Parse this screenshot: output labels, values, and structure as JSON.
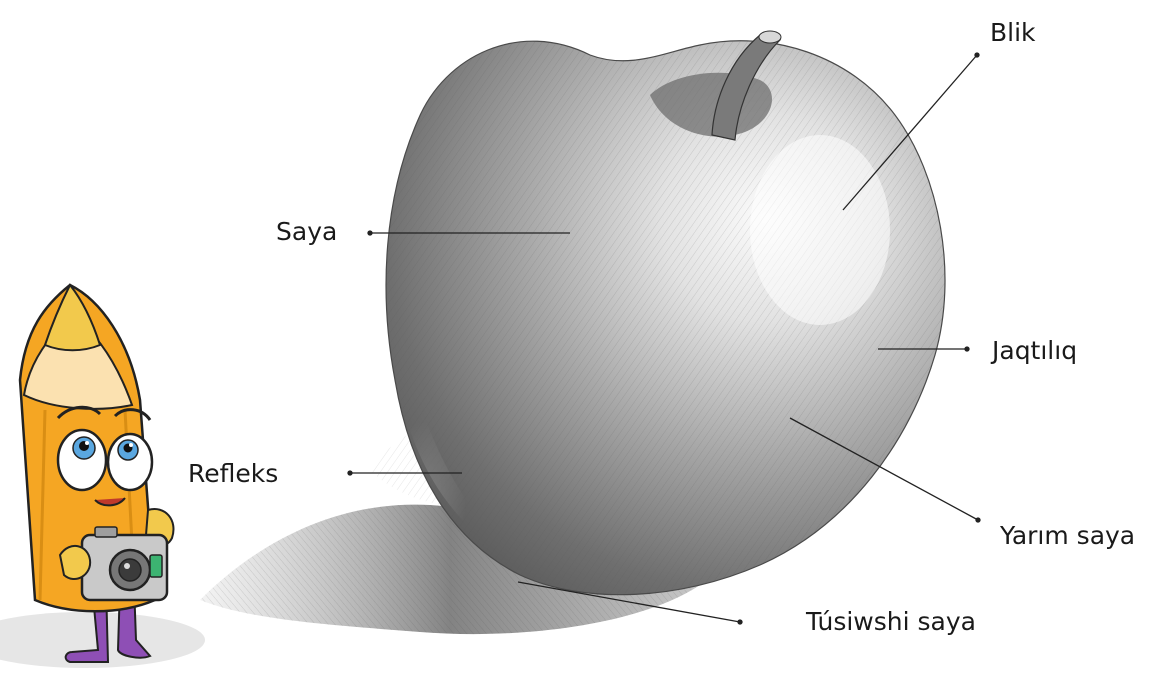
{
  "labels": {
    "blik": "Blik",
    "saya": "Saya",
    "jaqtiliq": "Jaqtılıq",
    "refleks": "Refleks",
    "yarim_saya": "Yarım saya",
    "tusiwshi_saya": "Túsiwshi saya"
  },
  "colors": {
    "leader_line": "#222222",
    "label_text": "#1a1a1a",
    "pencil_body": "#f5a623",
    "pencil_tip": "#f2c94c",
    "camera_body": "#c9c9c9"
  },
  "icons": {
    "mascot": "pencil-mascot-with-camera"
  }
}
